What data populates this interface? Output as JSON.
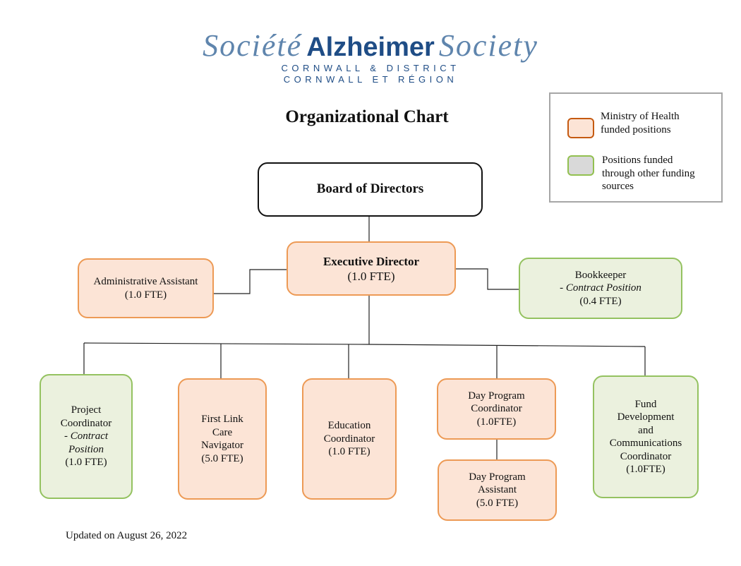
{
  "logo": {
    "word_fr": "Société",
    "word_main": "Alzheimer",
    "word_en": "Society",
    "line1": "CORNWALL & DISTRICT",
    "line2": "CORNWALL ET RÉGION"
  },
  "title": "Organizational Chart",
  "legend": {
    "moh_line1": "Ministry of Health",
    "moh_line2": "funded positions",
    "other_line1": "Positions funded",
    "other_line2": "through other funding",
    "other_line3": "sources"
  },
  "colors": {
    "moh_fill": "#fce4d6",
    "moh_border": "#ed9a55",
    "other_fill": "#ebf1de",
    "other_border": "#94c260",
    "logo_blue": "#1f4d86"
  },
  "nodes": {
    "board": {
      "title": "Board of Directors"
    },
    "executive": {
      "title": "Executive Director",
      "fte": "(1.0 FTE)"
    },
    "admin": {
      "title": "Administrative Assistant",
      "fte": "(1.0 FTE)"
    },
    "bookkeeper": {
      "title": "Bookkeeper",
      "contract": "- Contract Position",
      "fte": "(0.4 FTE)"
    },
    "project": {
      "line1": "Project",
      "line2": "Coordinator",
      "contract1": "- Contract",
      "contract2": "Position",
      "fte": "(1.0 FTE)"
    },
    "firstlink": {
      "line1": "First Link",
      "line2": "Care",
      "line3": "Navigator",
      "fte": "(5.0 FTE)"
    },
    "education": {
      "line1": "Education",
      "line2": "Coordinator",
      "fte": "(1.0 FTE)"
    },
    "dayprog": {
      "line1": "Day Program",
      "line2": "Coordinator",
      "fte": "(1.0FTE)"
    },
    "dayassist": {
      "line1": "Day Program",
      "line2": "Assistant",
      "fte": "(5.0 FTE)"
    },
    "fund": {
      "line1": "Fund",
      "line2": "Development",
      "line3": "and",
      "line4": "Communications",
      "line5": "Coordinator",
      "fte": "(1.0FTE)"
    }
  },
  "footer": "Updated on August 26, 2022"
}
